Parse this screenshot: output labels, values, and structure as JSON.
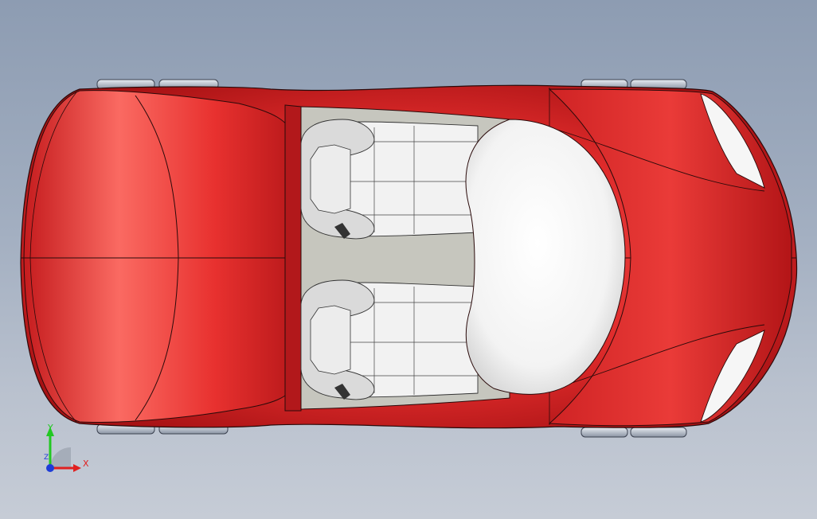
{
  "viewport": {
    "background_top": "#8d9cb2",
    "background_bottom": "#c6ccd6"
  },
  "model": {
    "body_color": "#d8282a",
    "interior_color": "#c6c6be",
    "seat_color": "#f2f2f2"
  },
  "triad": {
    "x_label": "X",
    "y_label": "Y",
    "z_label": "Z",
    "x_color": "#e02020",
    "y_color": "#22c822",
    "z_color": "#1e3cd8"
  }
}
